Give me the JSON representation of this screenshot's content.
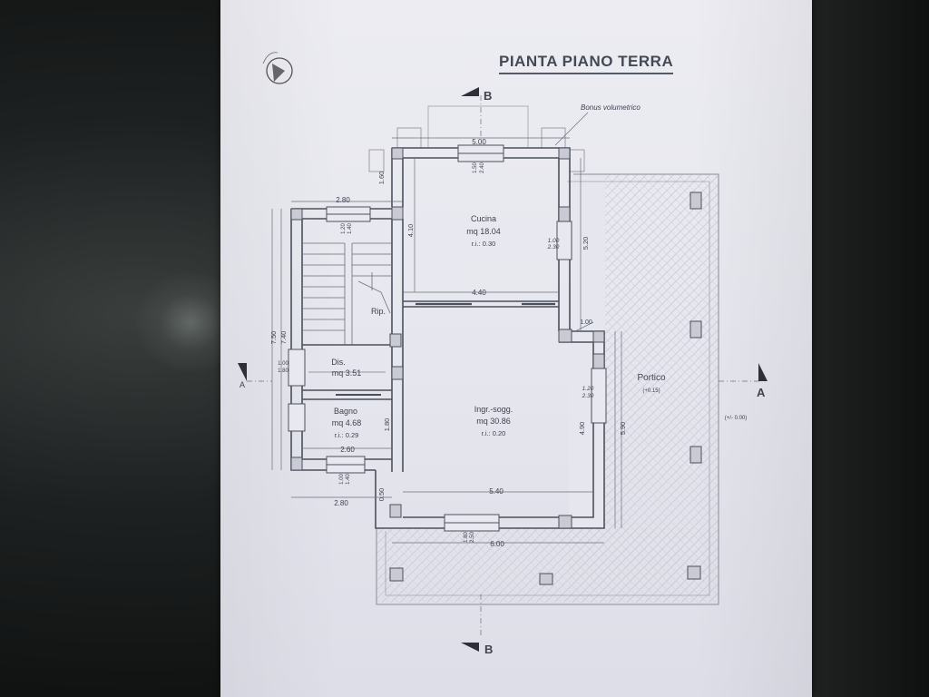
{
  "drawing": {
    "title": "PIANTA PIANO TERRA",
    "annotation": "Bonus volumetrico",
    "section_marks": {
      "b": "B",
      "a": "A"
    },
    "rooms": [
      {
        "name": "Cucina",
        "area": "mq 18.04",
        "ri": "r.i.: 0.30"
      },
      {
        "name": "Rip."
      },
      {
        "name": "Dis.",
        "area": "mq 3.51"
      },
      {
        "name": "Bagno",
        "area": "mq 4.68",
        "ri": "r.i.: 0.29"
      },
      {
        "name": "Ingr.-sogg.",
        "area": "mq 30.86",
        "ri": "r.i.: 0.20"
      },
      {
        "name": "Portico",
        "level": "(+0.15)"
      }
    ],
    "external_level": "(+/- 0.00)",
    "dimensions": {
      "top_width": "5.00",
      "window_cucina_top": "1.50",
      "window_cucina_bottom": "2.40",
      "left_upper_width": "2.80",
      "left_upper_side": "1.60",
      "stair_window_top": "1.20",
      "stair_window_bottom": "1.40",
      "cucina_height": "4.10",
      "cucina_width": "4.40",
      "cucina_side_window_top": "1.00",
      "cucina_side_window_bottom": "2.30",
      "cucina_right_height": "5.20",
      "overall_height_a": "7.50",
      "overall_height_b": "7.40",
      "dis_window_top": "1.00",
      "dis_window_bottom": "1.80",
      "step_width": "1.00",
      "sogg_window_top": "1.20",
      "sogg_window_bottom": "2.30",
      "bagno_height": "1.80",
      "sogg_height": "4.90",
      "sogg_right_height": "5.90",
      "bagno_width": "2.60",
      "sogg_width": "5.40",
      "bagno_window_top": "1.00",
      "bagno_window_bottom": "1.40",
      "left_lower_width": "2.80",
      "left_step_height": "0.50",
      "door_top": "1.80",
      "door_bottom": "2.50",
      "bottom_width": "6.00"
    }
  }
}
